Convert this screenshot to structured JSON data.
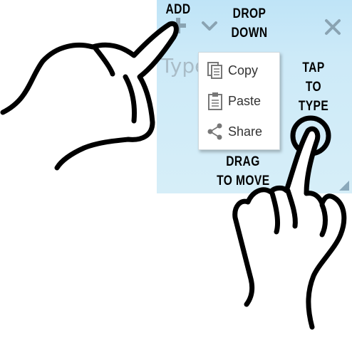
{
  "callouts": {
    "add": "ADD",
    "dropdown_line1": "DROP",
    "dropdown_line2": "DOWN",
    "tap_line1": "TAP",
    "tap_line2": "TO",
    "tap_line3": "TYPE",
    "drag_line1": "DRAG",
    "drag_line2": "TO MOVE"
  },
  "input": {
    "placeholder_visible": "Type"
  },
  "menu": {
    "items": [
      {
        "label": "Copy",
        "icon": "copy-icon"
      },
      {
        "label": "Paste",
        "icon": "paste-icon"
      },
      {
        "label": "Share",
        "icon": "share-icon"
      }
    ]
  },
  "toolbar": {
    "add_icon": "plus-icon",
    "dropdown_icon": "chevron-down-icon",
    "close_icon": "close-icon"
  },
  "colors": {
    "panel": "#cdeaf8",
    "icon_gray": "#8aa3b2",
    "menu_text": "#333333"
  }
}
